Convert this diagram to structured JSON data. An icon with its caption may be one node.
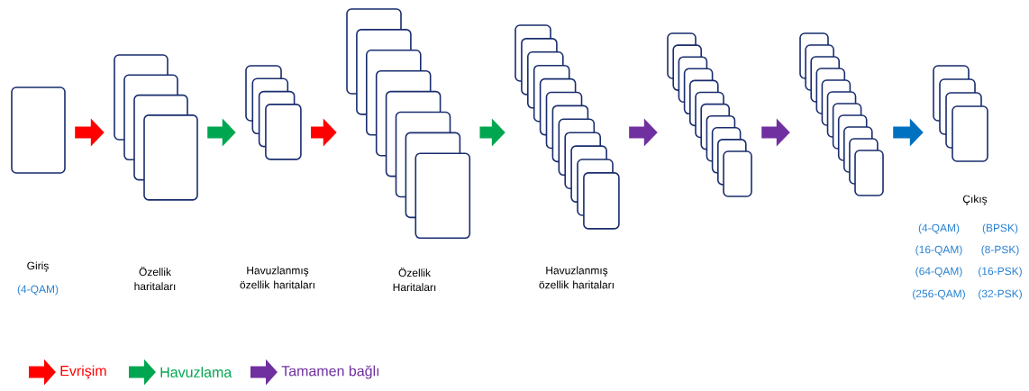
{
  "diagram": {
    "nodes": [
      {
        "text": [],
        "shape": "box",
        "beside": [
          "Giriş",
          "(4-QAM)"
        ]
      },
      {
        "text": [],
        "shape": "box"
      },
      {
        "text": [],
        "shape": "box"
      },
      {
        "text": [],
        "shape": "box",
        "beside": [
          "Özellik Haritaları"
        ]
      },
      {
        "text": [],
        "shape": "box",
        "beside": [
          "Havuzlanmış özellik haritaları"
        ]
      },
      {
        "text": [],
        "shape": "box"
      },
      {
        "text": [],
        "shape": "box"
      },
      {
        "text": [],
        "shape": "box",
        "beside": [
          "Çıkış",
          "(4-QAM)",
          "(BPSK)",
          "(16-QAM)",
          "(8-PSK)",
          "(64-QAM)",
          "(16-PSK)",
          "(256-QAM)",
          "(32-PSK)"
        ]
      }
    ],
    "edges": [
      {
        "from": 0,
        "to": 1,
        "arrow": "to",
        "color": "#ff0000"
      },
      {
        "from": 1,
        "to": 2,
        "arrow": "to",
        "color": "#00a650"
      },
      {
        "from": 2,
        "to": 3,
        "arrow": "to",
        "color": "#ff0000"
      },
      {
        "from": 3,
        "to": 4,
        "arrow": "to",
        "color": "#00a650"
      },
      {
        "from": 4,
        "to": 5,
        "arrow": "to",
        "color": "#7030a0"
      },
      {
        "from": 5,
        "to": 6,
        "arrow": "to",
        "color": "#7030a0"
      },
      {
        "from": 6,
        "to": 7,
        "arrow": "to",
        "color": "#0070c0"
      }
    ],
    "labels": [
      "Özellik haritaları",
      "Havuzlanmış özellik haritaları"
    ],
    "legend": [
      {
        "text": "Evrişim",
        "color": "#ff0000"
      },
      {
        "text": "Havuzlama",
        "color": "#00a650"
      },
      {
        "text": "Tamamen bağlı",
        "color": "#7030a0"
      }
    ]
  }
}
